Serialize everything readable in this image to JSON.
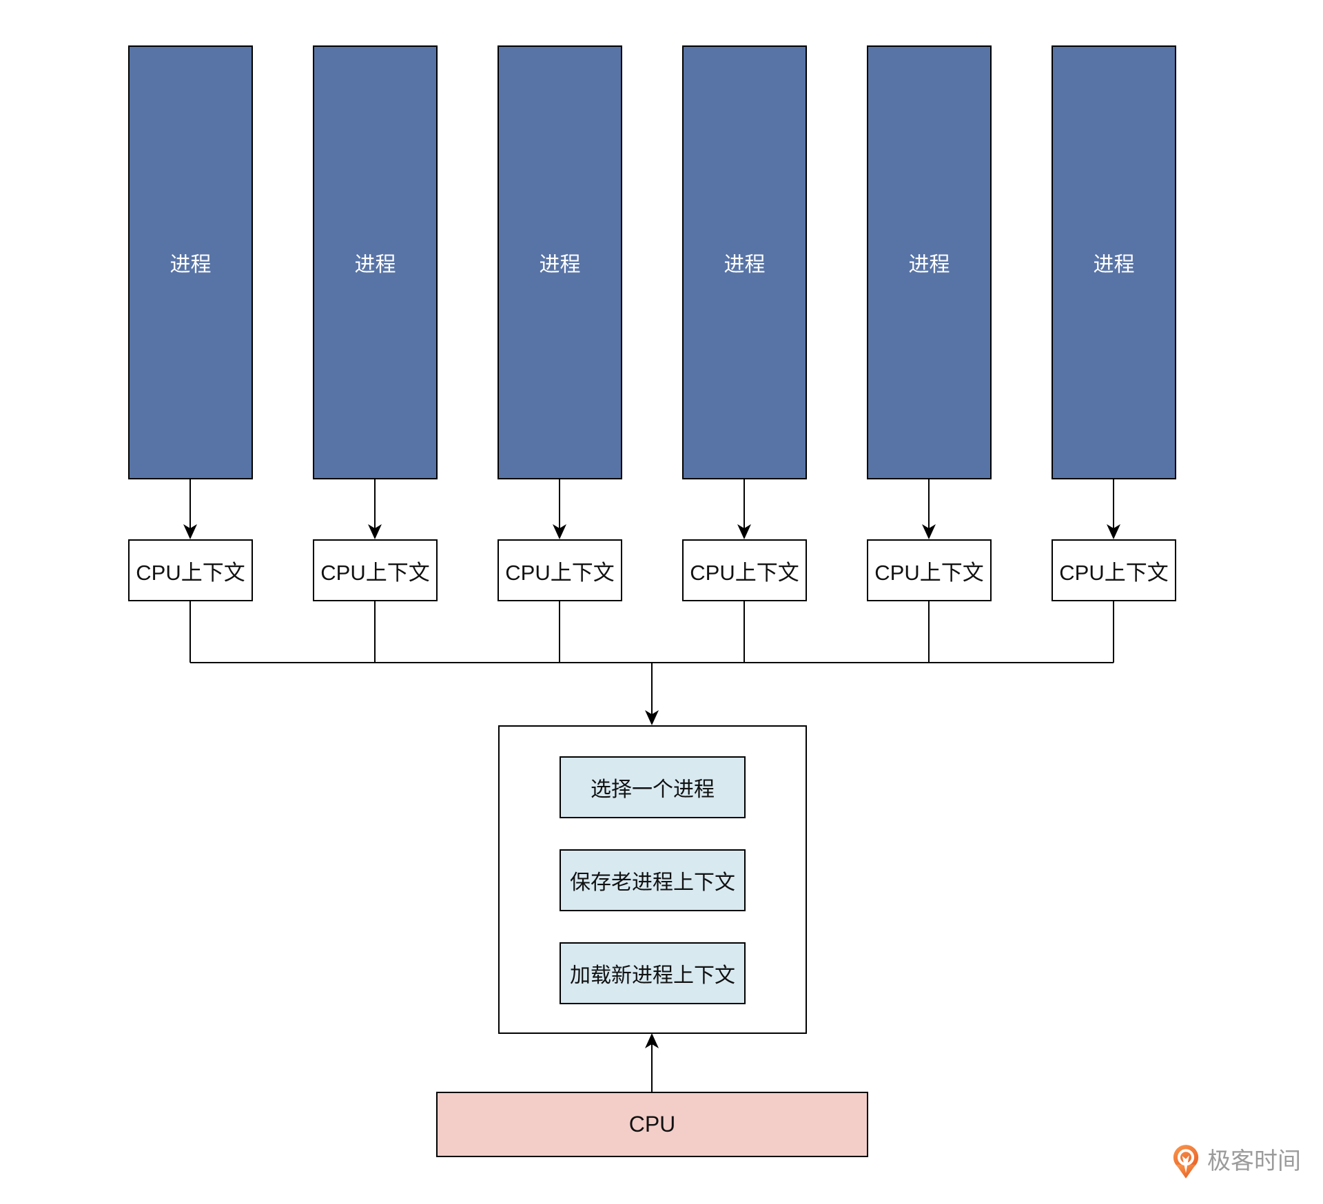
{
  "columns": [
    {
      "process": "进程",
      "context": "CPU上下文"
    },
    {
      "process": "进程",
      "context": "CPU上下文"
    },
    {
      "process": "进程",
      "context": "CPU上下文"
    },
    {
      "process": "进程",
      "context": "CPU上下文"
    },
    {
      "process": "进程",
      "context": "CPU上下文"
    },
    {
      "process": "进程",
      "context": "CPU上下文"
    }
  ],
  "scheduler": {
    "steps": [
      {
        "label": "选择一个进程"
      },
      {
        "label": "保存老进程上下文"
      },
      {
        "label": "加载新进程上下文"
      }
    ]
  },
  "cpu": {
    "label": "CPU"
  },
  "logo": {
    "text": "极客时间",
    "icon": "geektime-pin-icon"
  },
  "colors": {
    "process_fill": "#5874A6",
    "process_text": "#FFFFFF",
    "step_fill": "#D8E9F0",
    "cpu_fill": "#F3CEC9",
    "line": "#000000",
    "logo_orange": "#EE7A36",
    "logo_text": "#9B9B9B"
  }
}
